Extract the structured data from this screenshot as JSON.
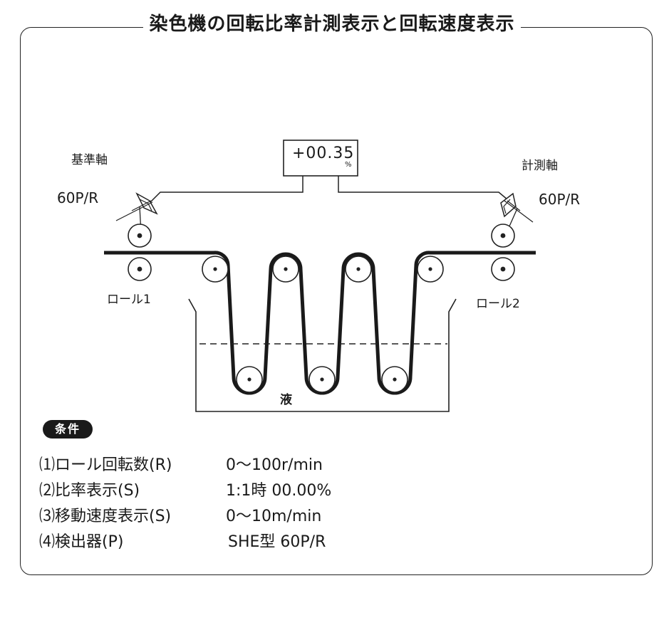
{
  "title": "染色機の回転比率計測表示と回転速度表示",
  "display": {
    "value": "+00.35",
    "unit": "%"
  },
  "reference_shaft": {
    "label": "基準軸",
    "pulses": "60P/R",
    "roll": "ロール1"
  },
  "measured_shaft": {
    "label": "計測軸",
    "pulses": "60P/R",
    "roll": "ロール2"
  },
  "liquid_label": "液",
  "conditions": {
    "badge": "条件",
    "items": [
      {
        "name": "⑴ロール回転数(R)",
        "value": "0〜100r/min"
      },
      {
        "name": "⑵比率表示(S)",
        "value": "1:1時 00.00%"
      },
      {
        "name": "⑶移動速度表示(S)",
        "value": "0〜10m/min"
      },
      {
        "name": "⑷検出器(P)",
        "value": "SHE型 60P/R"
      }
    ]
  }
}
